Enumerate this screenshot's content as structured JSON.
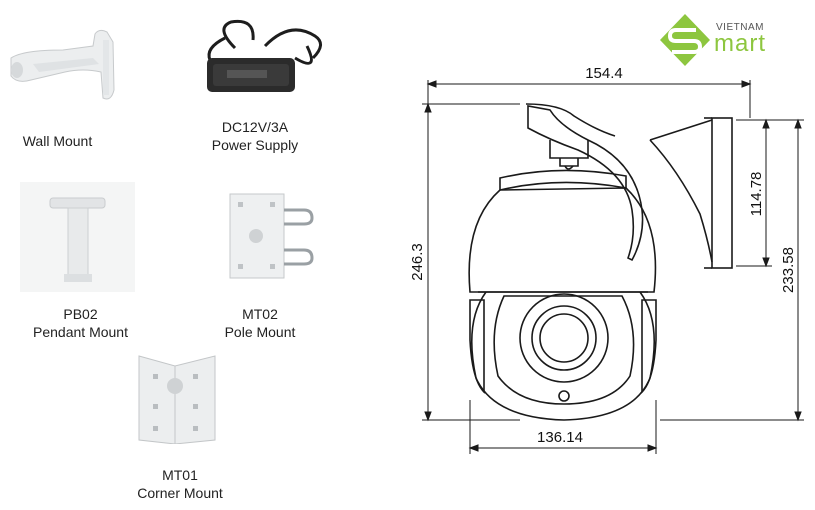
{
  "brand": {
    "top": "VIETNAM",
    "word": "mart",
    "colors": {
      "green": "#8dc63f",
      "white": "#ffffff"
    }
  },
  "accessories": [
    {
      "line1": "Wall Mount",
      "line2": ""
    },
    {
      "line1": "DC12V/3A",
      "line2": "Power Supply"
    },
    {
      "line1": "PB02",
      "line2": "Pendant Mount"
    },
    {
      "line1": "MT02",
      "line2": "Pole Mount"
    },
    {
      "line1": "MT01",
      "line2": "Corner Mount"
    }
  ],
  "dimensions": {
    "top_width": "154.4",
    "bottom_width": "136.14",
    "total_height": "246.3",
    "mount_height": "114.78",
    "right_height": "233.58"
  }
}
